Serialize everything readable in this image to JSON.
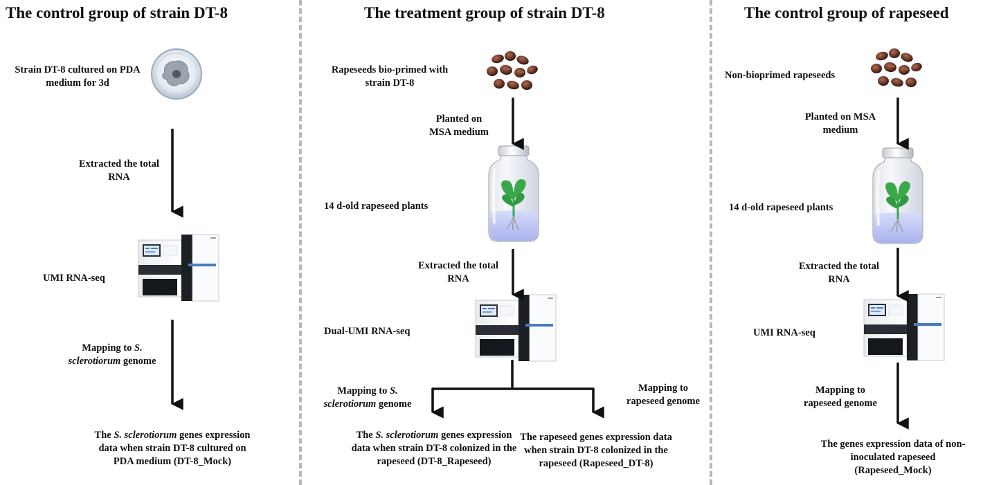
{
  "columns": [
    {
      "title": "The control group of strain DT-8",
      "step_culture": "Strain DT-8 cultured on PDA medium for 3d",
      "step_extract": "Extracted the total RNA",
      "step_seq": "UMI RNA-seq",
      "step_map_pre": "Mapping to ",
      "step_map_ital": "S. sclerotiorum",
      "step_map_post": " genome",
      "out_pre": "The ",
      "out_ital": "S. sclerotiorum",
      "out_post": " genes expression data when strain DT-8 cultured on PDA medium (DT-8_Mock)"
    },
    {
      "title": "The treatment group of strain DT-8",
      "step_seed": "Rapeseeds bio-primed with strain DT-8",
      "step_plant": "Planted on MSA medium",
      "step_plants": "14 d-old rapeseed plants",
      "step_extract": "Extracted the total RNA",
      "step_seq": "Dual-UMI RNA-seq",
      "map_left_pre": "Mapping to ",
      "map_left_ital": "S. sclerotiorum",
      "map_left_post": " genome",
      "map_right": "Mapping to rapeseed genome",
      "out_left_pre": "The ",
      "out_left_ital": "S. sclerotiorum",
      "out_left_post": " genes expression data when strain DT-8 colonized in the rapeseed (DT-8_Rapeseed)",
      "out_right": "The rapeseed genes expression data when strain DT-8 colonized in the rapeseed (Rapeseed_DT-8)"
    },
    {
      "title": "The control group of rapeseed",
      "step_seed": "Non-bioprimed rapeseeds",
      "step_plant": "Planted on MSA medium",
      "step_plants": "14 d-old rapeseed plants",
      "step_extract": "Extracted the total RNA",
      "step_seq": "UMI RNA-seq",
      "step_map": "Mapping to rapeseed genome",
      "out": "The genes expression data of non-inoculated rapeseed (Rapeseed_Mock)"
    }
  ],
  "colors": {
    "arrow": "#111111",
    "divider": "#b8b8b8",
    "plant_green": "#3aa84a",
    "seed_brown": "#6b3a2a",
    "liquid_blue": "#c9cff5"
  },
  "icons": [
    "petri-dish-icon",
    "seeds-icon",
    "jar-plant-icon",
    "sequencer-icon"
  ]
}
